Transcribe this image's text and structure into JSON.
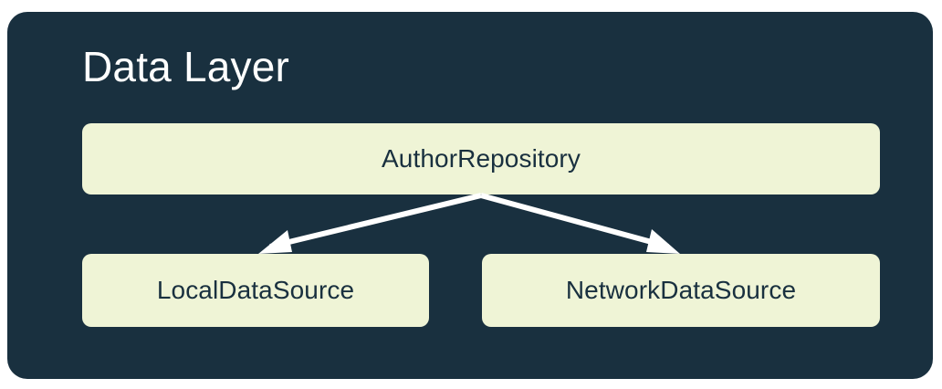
{
  "diagram": {
    "title": "Data Layer",
    "container_color": "#19303F",
    "node_fill_color": "#EFF4D6",
    "node_text_color": "#19303F",
    "title_color": "#FFFFFF",
    "edge_color": "#FFFFFF",
    "nodes": [
      {
        "id": "repository",
        "label": "AuthorRepository"
      },
      {
        "id": "local",
        "label": "LocalDataSource"
      },
      {
        "id": "network",
        "label": "NetworkDataSource"
      }
    ],
    "edges": [
      {
        "from": "repository",
        "to": "local",
        "arrow": "single"
      },
      {
        "from": "repository",
        "to": "network",
        "arrow": "single"
      }
    ]
  }
}
